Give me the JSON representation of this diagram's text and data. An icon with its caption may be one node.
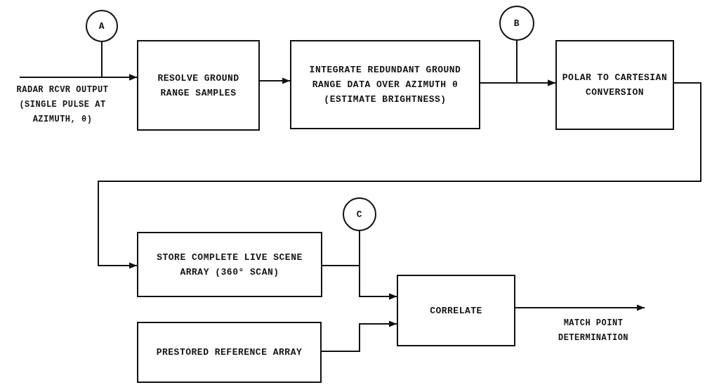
{
  "diagram": {
    "nodes": [
      {
        "text": [
          "A"
        ]
      },
      {
        "text": [
          "RESOLVE GROUND RANGE SAMPLES"
        ]
      },
      {
        "text": [
          "INTEGRATE REDUNDANT GROUND RANGE DATA OVER AZIMUTH θ (ESTIMATE BRIGHTNESS)"
        ]
      },
      {
        "text": [
          "B"
        ]
      },
      {
        "text": [
          "POLAR TO CARTESIAN CONVERSION"
        ]
      },
      {
        "text": [
          "STORE COMPLETE LIVE SCENE ARRAY (360° SCAN)"
        ]
      },
      {
        "text": [
          "C"
        ]
      },
      {
        "text": [
          "CORRELATE"
        ]
      },
      {
        "text": [
          "PRESTORED REFERENCE ARRAY"
        ]
      }
    ],
    "edges": [
      {
        "from": null,
        "to": 1,
        "arrow": "to",
        "label": "RADAR RCVR OUTPUT (SINGLE PULSE AT AZIMUTH, θ)"
      },
      {
        "from": 0,
        "to": 1,
        "arrow": "to"
      },
      {
        "from": 1,
        "to": 2,
        "arrow": "to"
      },
      {
        "from": 2,
        "to": 4,
        "arrow": "to"
      },
      {
        "from": 3,
        "to": 4,
        "arrow": "to"
      },
      {
        "from": 4,
        "to": 5,
        "arrow": "to"
      },
      {
        "from": 5,
        "to": 7,
        "arrow": "to"
      },
      {
        "from": 6,
        "to": 7,
        "arrow": "to"
      },
      {
        "from": 8,
        "to": 7,
        "arrow": "to"
      },
      {
        "from": 7,
        "to": null,
        "arrow": "to",
        "label": "MATCH POINT DETERMINATION"
      }
    ]
  }
}
